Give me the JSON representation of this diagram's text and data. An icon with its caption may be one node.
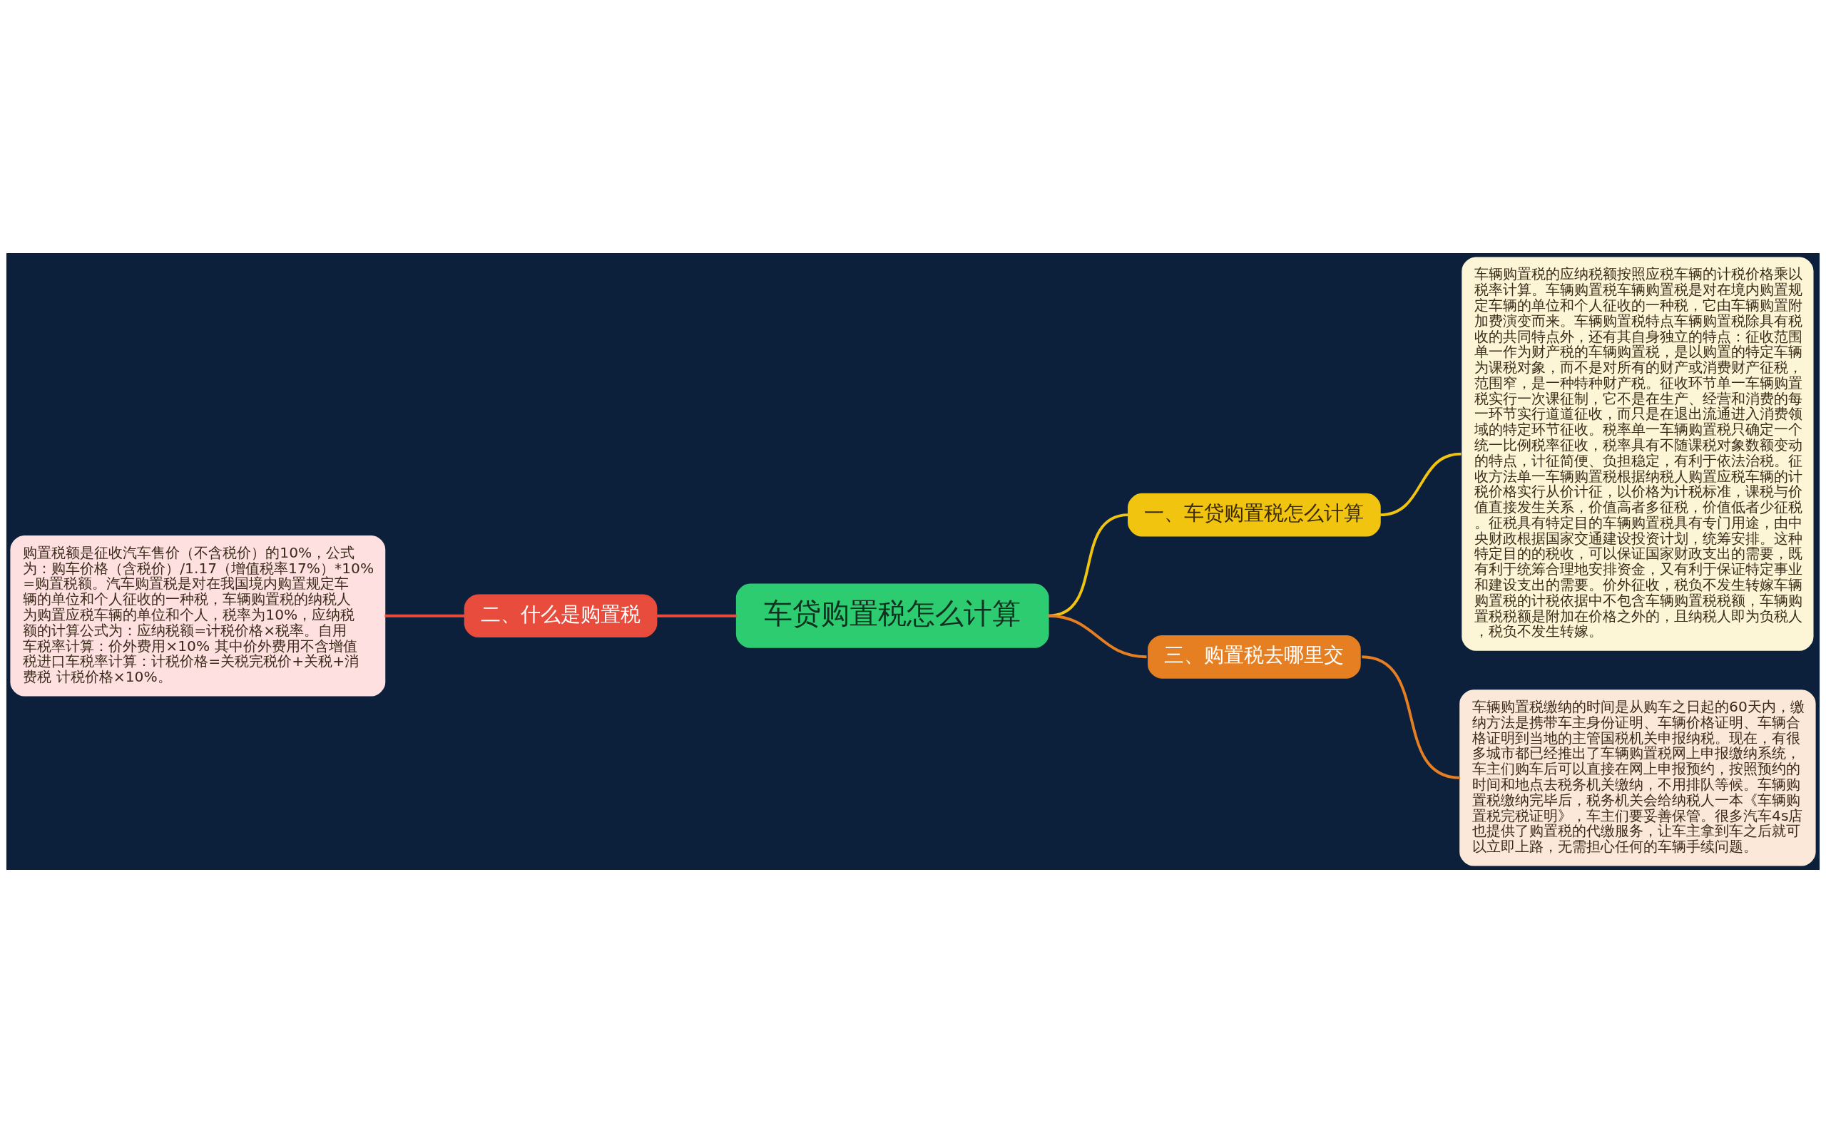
{
  "diagram": {
    "nodes": [
      {
        "text": [
          "车贷购置税怎么计算"
        ]
      },
      {
        "text": [
          "一、车贷购置税怎么计算"
        ]
      },
      {
        "text": [
          "车辆购置税的应纳税额按照应税车辆的计税价格乘以税率计算。车辆购置税车辆购置税是对在境内购置规定车辆的单位和个人征收的一种税，它由车辆购置附加费演变而来。车辆购置税特点车辆购置税除具有税收的共同特点外，还有其自身独立的特点：征收范围单一作为财产税的车辆购置税，是以购置的特定车辆为课税对象，而不是对所有的财产或消费财产征税，范围窄，是一种特种财产税。征收环节单一车辆购置税实行一次课征制，它不是在生产、经营和消费的每一环节实行道道征收，而只是在退出流通进入消费领域的特定环节征收。税率单一车辆购置税只确定一个统一比例税率征收，税率具有不随课税对象数额变动的特点，计征简便、负担稳定，有利于依法治税。征收方法单一车辆购置税根据纳税人购置应税车辆的计税价格实行从价计征，以价格为计税标准，课税与价值直接发生关系，价值高者多征税，价值低者少征税。征税具有特定目的车辆购置税具有专门用途，由中央财政根据国家交通建设投资计划，统筹安排。这种特定目的的税收，可以保证国家财政支出的需要，既有利于统筹合理地安排资金，又有利于保证特定事业和建设支出的需要。价外征收，税负不发生转嫁车辆购置税的计税依据中不包含车辆购置税税额，车辆购置税税额是附加在价格之外的，且纳税人即为负税人，税负不发生转嫁。"
        ]
      },
      {
        "text": [
          "三、购置税去哪里交"
        ]
      },
      {
        "text": [
          "车辆购置税缴纳的时间是从购车之日起的60天内，缴纳方法是携带车主身份证明、车辆价格证明、车辆合格证明到当地的主管国税机关申报纳税。现在，有很多城市都已经推出了车辆购置税网上申报缴纳系统，车主们购车后可以直接在网上申报预约，按照预约的时间和地点去税务机关缴纳，不用排队等候。车辆购置税缴纳完毕后，税务机关会给纳税人一本《车辆购置税完税证明》，车主们要妥善保管。很多汽车4s店也提供了购置税的代缴服务，让车主拿到车之后就可以立即上路，无需担心任何的车辆手续问题。"
        ]
      },
      {
        "text": [
          "二、什么是购置税"
        ]
      },
      {
        "text": [
          "购置税额是征收汽车售价（不含税价）的10%，公式为：购车价格（含税价）/1.17（增值税率17%）*10%=购置税额。汽车购置税是对在我国境内购置规定车辆的单位和个人征收的一种税，车辆购置税的纳税人为购置应税车辆的单位和个人，税率为10%，应纳税额的计算公式为：应纳税额=计税价格×税率。自用车税率计算：价外费用×10% 其中价外费用不含增值税进口车税率计算：计税价格=关税完税价+关税+消费税 计税价格×10%。"
        ]
      }
    ],
    "edges": [
      {
        "from": 0,
        "to": 1,
        "arrow": "none",
        "color": "#f1c40f"
      },
      {
        "from": 1,
        "to": 2,
        "arrow": "none",
        "color": "#f1c40f"
      },
      {
        "from": 0,
        "to": 3,
        "arrow": "none",
        "color": "#e67e22"
      },
      {
        "from": 3,
        "to": 4,
        "arrow": "none",
        "color": "#e67e22"
      },
      {
        "from": 0,
        "to": 5,
        "arrow": "none",
        "color": "#e74c3c"
      },
      {
        "from": 5,
        "to": 6,
        "arrow": "none",
        "color": "#e74c3c"
      }
    ]
  }
}
